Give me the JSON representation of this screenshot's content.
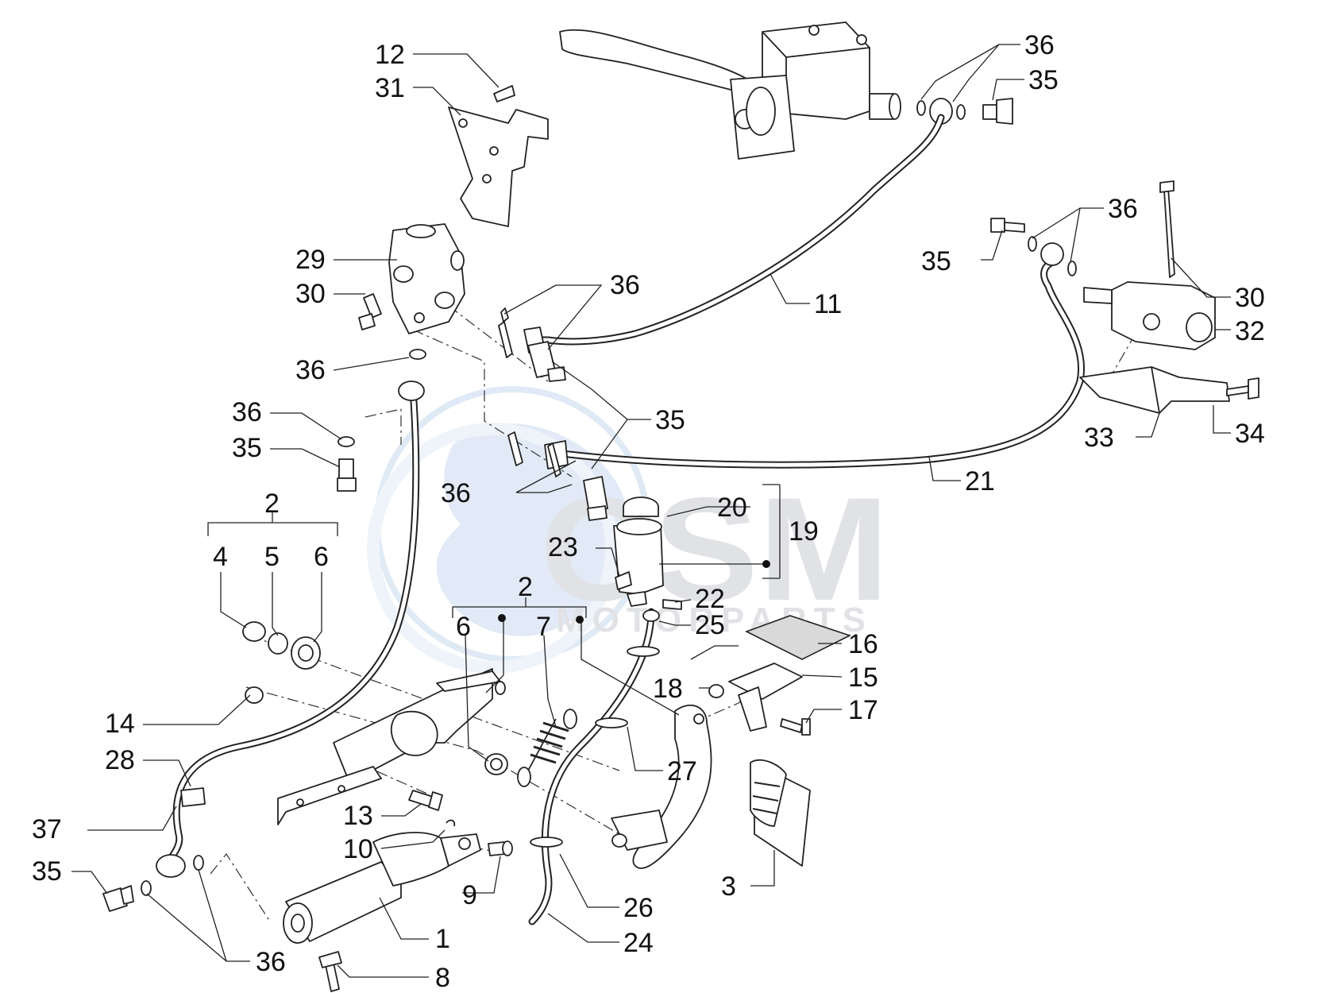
{
  "diagram": {
    "watermark": {
      "logo_text": "CSM",
      "sub_text": "MOTORPARTS"
    },
    "callouts": [
      {
        "id": "c12",
        "text": "12"
      },
      {
        "id": "c31",
        "text": "31"
      },
      {
        "id": "c29",
        "text": "29"
      },
      {
        "id": "c30a",
        "text": "30"
      },
      {
        "id": "c36a",
        "text": "36"
      },
      {
        "id": "c36b",
        "text": "36"
      },
      {
        "id": "c35a",
        "text": "35"
      },
      {
        "id": "c2a",
        "text": "2"
      },
      {
        "id": "c4",
        "text": "4"
      },
      {
        "id": "c5",
        "text": "5"
      },
      {
        "id": "c6a",
        "text": "6"
      },
      {
        "id": "c14",
        "text": "14"
      },
      {
        "id": "c28",
        "text": "28"
      },
      {
        "id": "c37",
        "text": "37"
      },
      {
        "id": "c35b",
        "text": "35"
      },
      {
        "id": "c36c",
        "text": "36"
      },
      {
        "id": "c8",
        "text": "8"
      },
      {
        "id": "c1",
        "text": "1"
      },
      {
        "id": "c9",
        "text": "9"
      },
      {
        "id": "c10",
        "text": "10"
      },
      {
        "id": "c13",
        "text": "13"
      },
      {
        "id": "c2b",
        "text": "2"
      },
      {
        "id": "c6b",
        "text": "6"
      },
      {
        "id": "c7",
        "text": "7"
      },
      {
        "id": "c36d",
        "text": "36"
      },
      {
        "id": "c35c",
        "text": "35"
      },
      {
        "id": "c36e",
        "text": "36"
      },
      {
        "id": "c36f",
        "text": "36"
      },
      {
        "id": "c35d",
        "text": "35"
      },
      {
        "id": "c11",
        "text": "11"
      },
      {
        "id": "c36g",
        "text": "36"
      },
      {
        "id": "c35e",
        "text": "35"
      },
      {
        "id": "c30b",
        "text": "30"
      },
      {
        "id": "c32",
        "text": "32"
      },
      {
        "id": "c33",
        "text": "33"
      },
      {
        "id": "c34",
        "text": "34"
      },
      {
        "id": "c21",
        "text": "21"
      },
      {
        "id": "c20",
        "text": "20"
      },
      {
        "id": "c19",
        "text": "19"
      },
      {
        "id": "c23",
        "text": "23"
      },
      {
        "id": "c22",
        "text": "22"
      },
      {
        "id": "c25",
        "text": "25"
      },
      {
        "id": "c16",
        "text": "16"
      },
      {
        "id": "c15",
        "text": "15"
      },
      {
        "id": "c18",
        "text": "18"
      },
      {
        "id": "c17",
        "text": "17"
      },
      {
        "id": "c27",
        "text": "27"
      },
      {
        "id": "c3",
        "text": "3"
      },
      {
        "id": "c26",
        "text": "26"
      },
      {
        "id": "c24",
        "text": "24"
      }
    ]
  }
}
